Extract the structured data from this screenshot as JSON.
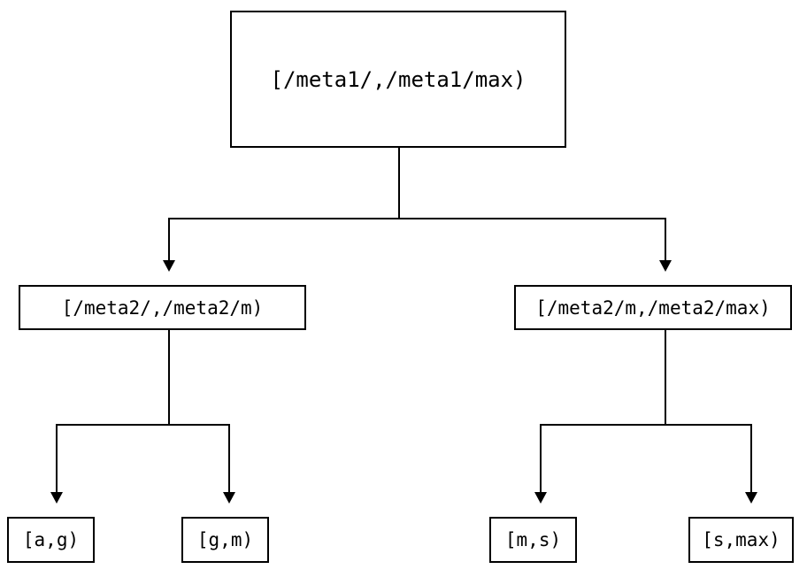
{
  "diagram": {
    "type": "tree",
    "title": "",
    "background_color": "#ffffff",
    "line_color": "#000000",
    "text_color": "#000000",
    "nodes": {
      "root": {
        "label": "[/meta1/,/meta1/max)"
      },
      "mid_left": {
        "label": "[/meta2/,/meta2/m)"
      },
      "mid_right": {
        "label": "[/meta2/m,/meta2/max)"
      },
      "leaf_1": {
        "label": "[a,g)"
      },
      "leaf_2": {
        "label": "[g,m)"
      },
      "leaf_3": {
        "label": "[m,s)"
      },
      "leaf_4": {
        "label": "[s,max)"
      }
    },
    "edges": [
      {
        "from": "root",
        "to": "mid_left",
        "arrow": "down"
      },
      {
        "from": "root",
        "to": "mid_right",
        "arrow": "down"
      },
      {
        "from": "mid_left",
        "to": "leaf_1",
        "arrow": "down"
      },
      {
        "from": "mid_left",
        "to": "leaf_2",
        "arrow": "down"
      },
      {
        "from": "mid_right",
        "to": "leaf_3",
        "arrow": "down"
      },
      {
        "from": "mid_right",
        "to": "leaf_4",
        "arrow": "down"
      }
    ]
  }
}
